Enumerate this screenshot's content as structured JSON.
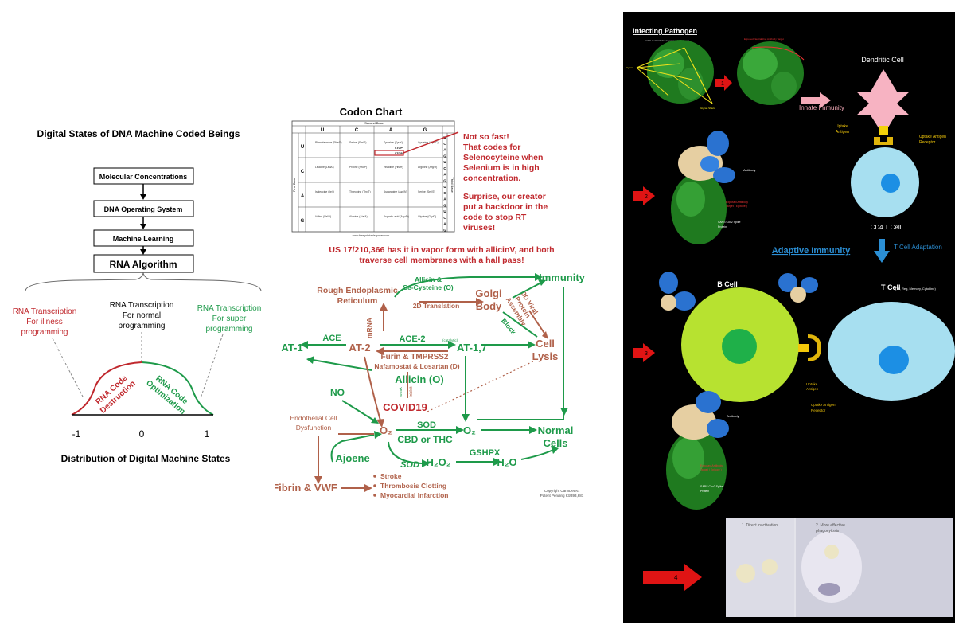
{
  "left": {
    "title": "Digital States of DNA Machine Coded Beings",
    "flow": [
      "Molecular Concentrations",
      "DNA Operating System",
      "Machine Learning",
      "RNA Algorithm"
    ],
    "transcription": {
      "illness": [
        "RNA Transcription",
        "For illness",
        "programming"
      ],
      "normal": [
        "RNA Transcription",
        "For normal",
        "programming"
      ],
      "super": [
        "RNA Transcription",
        "For super",
        "programming"
      ]
    },
    "curve_labels": {
      "destruction": [
        "RNA Code",
        "Destruction"
      ],
      "optimization": [
        "RNA Code",
        "Optimization"
      ]
    },
    "axis_ticks": [
      "-1",
      "0",
      "1"
    ],
    "footer": "Distribution of Digital Machine States"
  },
  "codon": {
    "title": "Codon Chart",
    "second_base": "Second Base",
    "first_base": "First Base",
    "third_base": "Third Base",
    "columns": [
      "U",
      "C",
      "A",
      "G"
    ],
    "rows": [
      "U",
      "C",
      "A",
      "G"
    ],
    "third_letters": [
      "U",
      "C",
      "A",
      "G",
      "U",
      "C",
      "A",
      "G",
      "U",
      "C",
      "A",
      "G",
      "U",
      "C",
      "A",
      "G"
    ],
    "cells": [
      [
        "Phenylalanine (Phe/F)",
        "Serine (Ser/S)",
        "Tyrosine (Tyr/Y)",
        "Cysteine (Cys/C)"
      ],
      [
        "Leucine (Leu/L)",
        "Proline (Pro/P)",
        "Histidine (His/H)",
        "Arginine (Arg/R)"
      ],
      [
        "Isoleucine (Ile/I)",
        "Threonine (Thr/T)",
        "Asparagine (Asn/N)",
        "Serine (Ser/S)"
      ],
      [
        "Valine (Val/V)",
        "Alanine (Ala/A)",
        "Aspartic acid (Asp/D)",
        "Glycine (Gly/G)"
      ]
    ],
    "stop_labels": [
      "STOP",
      "STOP"
    ],
    "source": "www.free-printable-paper.com",
    "note1": [
      "Not so fast!",
      "That codes for",
      "Selenocyteine when",
      "Selenium is in high",
      "concentration."
    ],
    "note2": [
      "Surprise, our creator",
      "put a backdoor in the",
      "code to stop RT",
      "viruses!"
    ],
    "patent": [
      "US 17/210,366 has it in vapor form with allicinV, and both",
      "traverse cell membranes with a hall pass!"
    ]
  },
  "pathway": {
    "immunity": "Immunity",
    "allicin_se": [
      "Allicin &",
      "Se-Cysteine (O)"
    ],
    "rough_er": [
      "Rough Endoplasmic",
      "Reticulum"
    ],
    "golgi": [
      "Golgi",
      "Body"
    ],
    "translation": "2D Translation",
    "viral_assembly": [
      "3D Viral",
      "Protein",
      "Assembly"
    ],
    "block": "Block",
    "mrna": "mRNA",
    "ace": "ACE",
    "ace2": "ACE-2",
    "catalytic": "(catalytic)",
    "at1": "AT-1",
    "at2": "AT-2",
    "at17": "AT-1,7",
    "furin": "Furin & TMPRSS2",
    "nafamostat": "Nafamostat & Losartan (D)",
    "cell_lysis": [
      "Cell",
      "Lysis"
    ],
    "allicin_o": "Allicin (O)",
    "no": "NO",
    "covid": "COVID19",
    "weak": "weak",
    "inhibit": "inhibit",
    "endothelial": [
      "Endothelial Cell",
      "Dysfunction"
    ],
    "o2_left": "O₂",
    "o2_right": "O₂",
    "sod1": "SOD",
    "sod2": "SOD",
    "cbd": "CBD or THC",
    "normal_cells": [
      "Normal",
      "Cells"
    ],
    "ajoene": "Ajoene",
    "gshpx": "GSHPX",
    "h2o2": "H₂O₂",
    "h2o": "H₂O",
    "fibrin": "Fibrin & VWF",
    "outcomes": [
      "Stroke",
      "Thrombosis Clotting",
      "Myocardial Infarction"
    ],
    "copyright": [
      "Copyright CannDetect",
      "Patent Pending 63/393,681"
    ]
  },
  "immune": {
    "infecting": "Infecting Pathogen",
    "tiny_top": "SARS-CoV-2 Spike Glycoprotein Epitopes",
    "tiny_top2": "Exposed Neutralizing Antibody Target",
    "glycan_label": "Glycan Shield",
    "dendritic": "Dendritic Cell",
    "innate": "Innate Immunity",
    "uptake_antigen": [
      "Uptake",
      "Antigen"
    ],
    "uptake_receptor": [
      "Uptake Antigen",
      "Receptor"
    ],
    "antibody": "Antibody",
    "exposed_target": [
      "Exposed Antibody",
      "Target ( Epitope )"
    ],
    "spike": [
      "SARS Cov2 Spike",
      "Protein"
    ],
    "cd4": "CD4  T Cell",
    "t_adapt": "T Cell Adaptation",
    "adaptive": "Adaptive Immunity",
    "bcell": "B Cell",
    "tcell": "T Cell",
    "tcell_sub": "(TF, Reg, Memory, Cytokine)",
    "uptake_antigen2": [
      "Uptake",
      "Antigen"
    ],
    "uptake_receptor2": [
      "Uptake Antigen",
      "Receptor"
    ],
    "antibody2": "Antibody",
    "exposed_target2": [
      "Exposed Antibody",
      "Target ( Epitope )"
    ],
    "spike2": [
      "SARS Cov2 Spike",
      "Protein"
    ],
    "step_numbers": [
      "1",
      "2",
      "3",
      "4"
    ],
    "inset": [
      "1. Direct inactivation",
      "2. More effective",
      "phagocytosis"
    ]
  }
}
